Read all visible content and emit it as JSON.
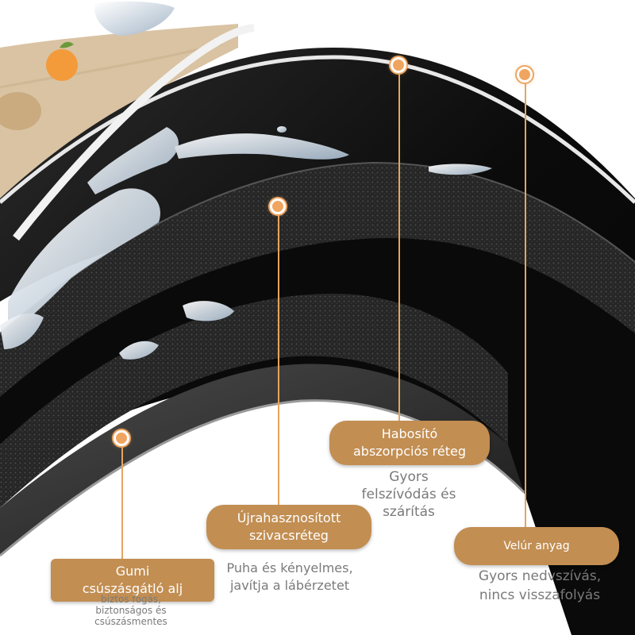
{
  "colors": {
    "accent": "#c28e52",
    "marker": "#efa560",
    "description_text": "#7a7a7a",
    "mat_black": "#0d0d0d",
    "mat_felt": "#2a2a2a",
    "top_print": "#d9c3a3"
  },
  "labels": {
    "rubber": {
      "title_line1": "Gumi",
      "title_line2": "csúszásgátló alj",
      "desc_line1": "biztos fogás,",
      "desc_line2": "biztonságos és",
      "desc_line3": "csúszásmentes"
    },
    "sponge": {
      "title_line1": "Újrahasznosított",
      "title_line2": "szivacsréteg",
      "desc_line1": "Puha és kényelmes,",
      "desc_line2": "javítja a lábérzetet"
    },
    "foam": {
      "title_line1": "Habosító",
      "title_line2": "abszorpciós réteg",
      "desc_line1": "Gyors",
      "desc_line2": "felszívódás és",
      "desc_line3": "szárítás"
    },
    "velour": {
      "title_line1": "Velúr anyag",
      "desc_line1": "Gyors nedvszívás,",
      "desc_line2": "nincs visszafolyás"
    }
  }
}
